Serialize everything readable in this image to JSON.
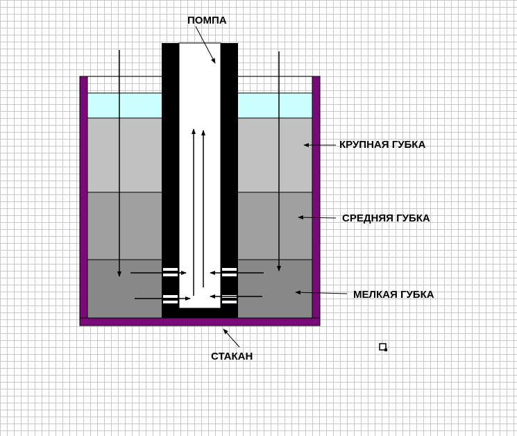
{
  "labels": {
    "pump": "ПОМПА",
    "coarse_sponge": "КРУПНАЯ ГУБКА",
    "medium_sponge": "СРЕДНЯЯ ГУБКА",
    "fine_sponge": "МЕЛКАЯ ГУБКА",
    "glass": "СТАКАН"
  },
  "colors": {
    "glass_wall": "#7a0a7a",
    "water": "#ccffff",
    "coarse_sponge": "#c0c0c0",
    "medium_sponge": "#a0a0a0",
    "fine_sponge": "#888888",
    "pump_wall": "#000000",
    "pump_inner": "#ffffff"
  },
  "icons": {
    "corner_marker": "small-box-icon"
  }
}
